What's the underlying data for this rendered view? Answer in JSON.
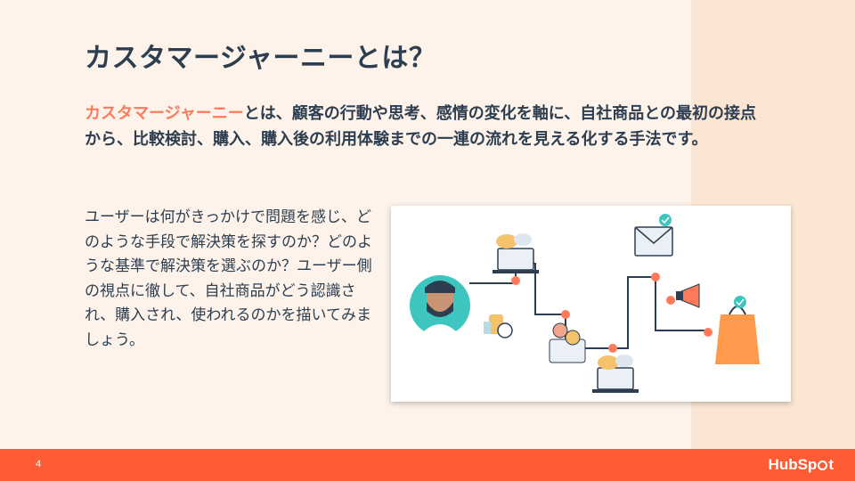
{
  "slide": {
    "title": "カスタマージャーニーとは？",
    "definition_highlight": "カスタマージャーニー",
    "definition_rest": "とは、顧客の行動や思考、感情の変化を軸に、自社商品との最初の接点から、比較検討、購入、購入後の利用体験までの一連の流れを見える化する手法です。",
    "body": "ユーザーは何がきっかけで問題を感じ、どのような手段で解決策を探すのか？どのような基準で解決策を選ぶのか？ユーザー側の視点に徹して、自社商品がどう認識され、購入され、使われるのかを描いてみましょう。",
    "page_number": "4"
  },
  "footer": {
    "logo_prefix": "HubSp",
    "logo_suffix": "t"
  },
  "colors": {
    "accent": "#ff7a59",
    "footer": "#ff5c35",
    "text": "#2d3e50",
    "background": "#fdf3ea",
    "panel": "#fbe6d3"
  },
  "illustration": {
    "icons": [
      "avatar-icon",
      "laptop-chat-icon",
      "thumbs-up-icon",
      "people-chat-icon",
      "laptop-chat-icon",
      "email-check-icon",
      "megaphone-icon",
      "shopping-bag-icon"
    ]
  }
}
